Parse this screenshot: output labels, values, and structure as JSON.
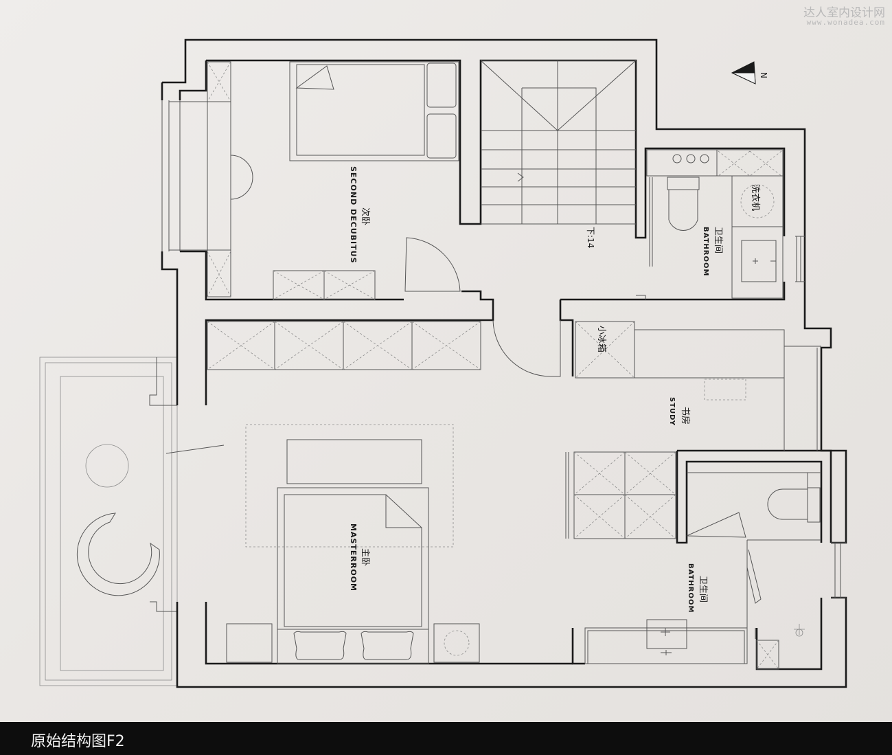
{
  "watermark": {
    "cn": "达人室内设计网",
    "url": "www.wonadea.com"
  },
  "compass": {
    "label": "N"
  },
  "rooms": {
    "second_bedroom": {
      "cn": "次卧",
      "en": "SECOND DECUBITUS"
    },
    "bathroom_top": {
      "cn": "卫生间",
      "en": "BATHROOM"
    },
    "washing_machine": {
      "cn": "洗衣机"
    },
    "mini_fridge": {
      "cn": "小冰箱"
    },
    "study": {
      "cn": "书房",
      "en": "STUDY"
    },
    "master_bedroom": {
      "cn": "主卧",
      "en": "MASTERROOM"
    },
    "bathroom_bottom": {
      "cn": "卫生间",
      "en": "BATHROOM"
    }
  },
  "stairs": {
    "label": "下:14"
  },
  "footer": {
    "title": "原始结构图F2"
  }
}
